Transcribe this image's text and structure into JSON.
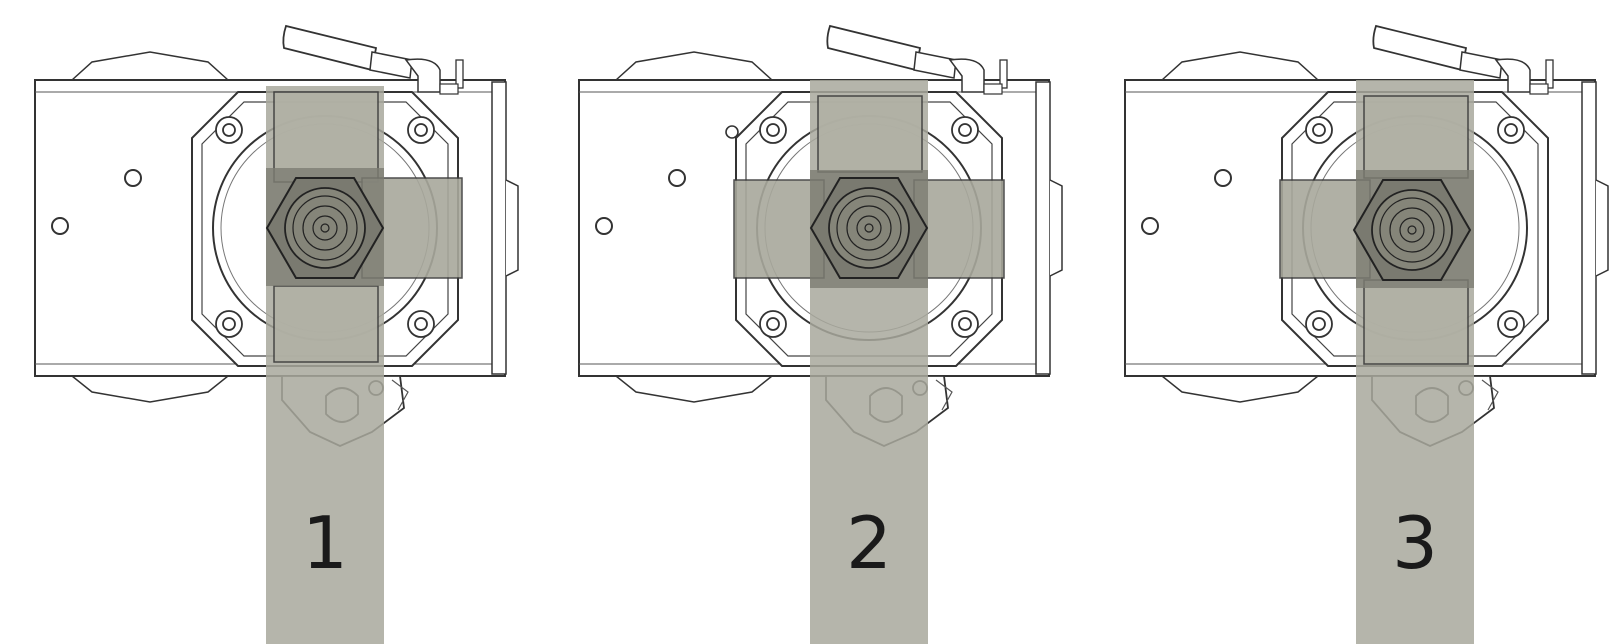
{
  "panels": [
    {
      "label": "1",
      "config": "strip-vertical-right-arm"
    },
    {
      "label": "2",
      "config": "strip-vertical-left-right-arms"
    },
    {
      "label": "3",
      "config": "strip-vertical-left-arm"
    }
  ],
  "colors": {
    "line": "#2b2b2b",
    "linework_light": "#8a8a8a",
    "strip_fill": "#a8a89c",
    "strip_overlap": "#7d7d73",
    "background": "#ffffff"
  }
}
